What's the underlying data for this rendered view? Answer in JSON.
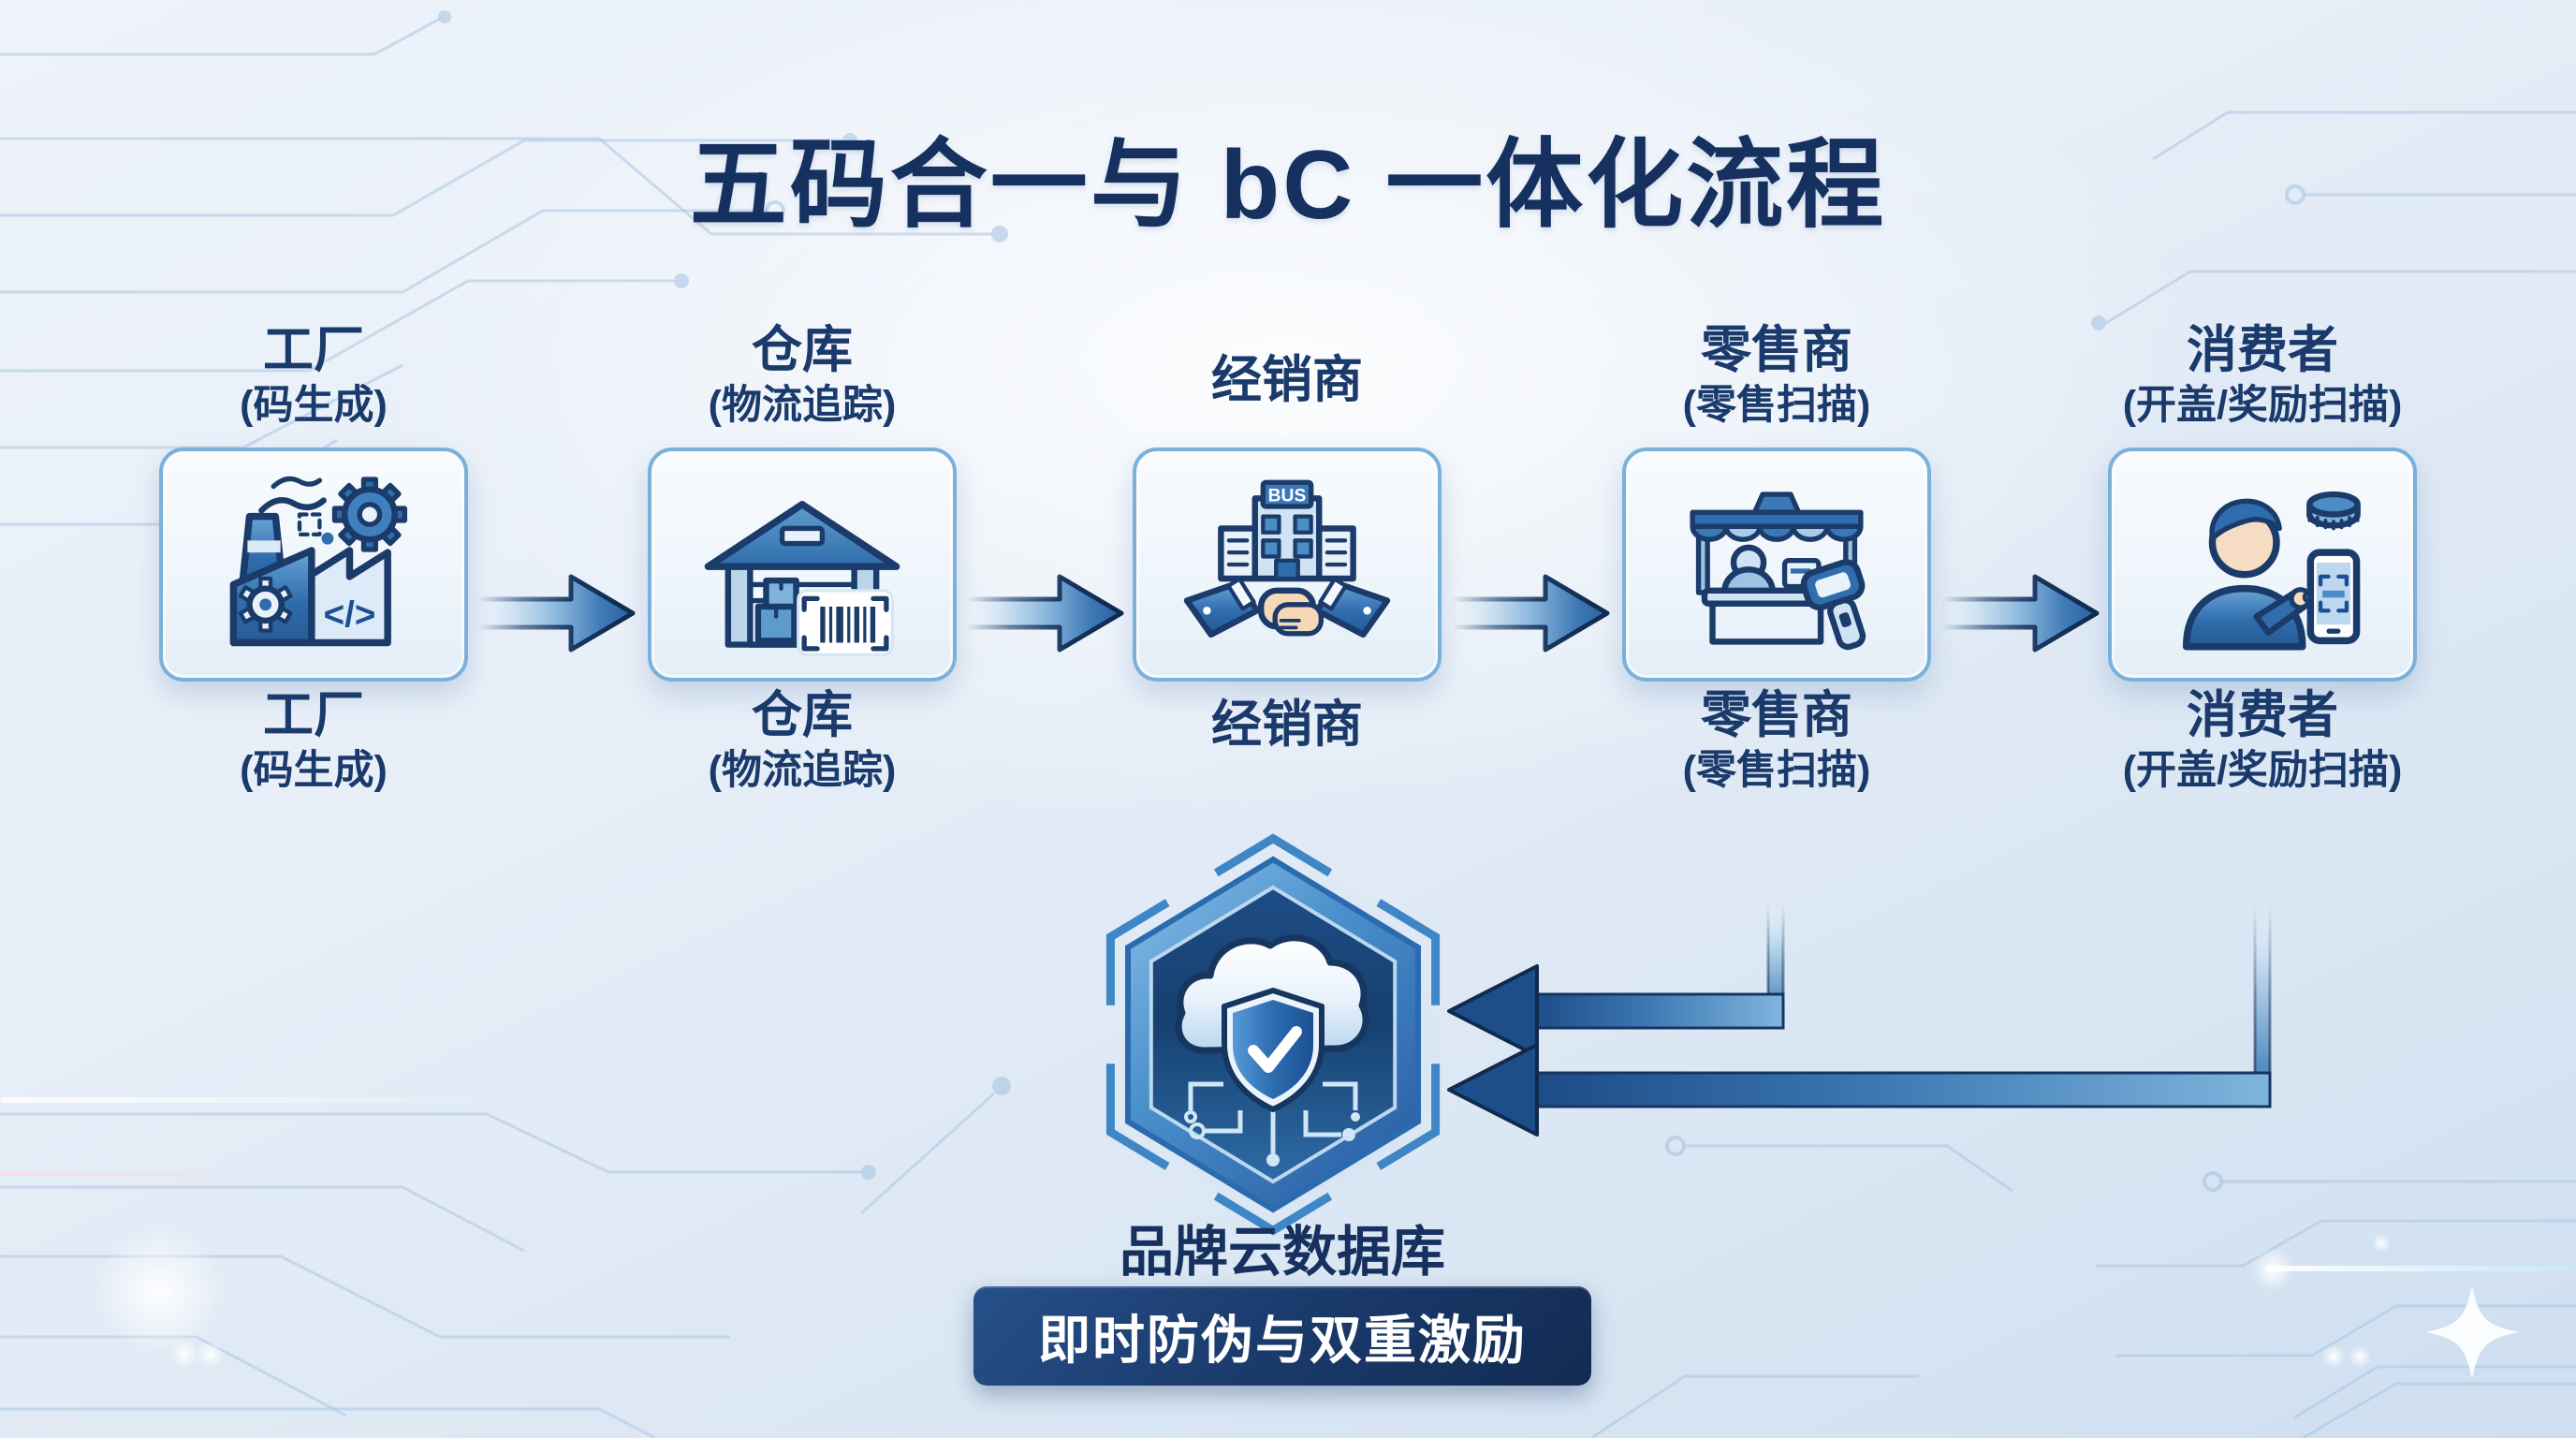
{
  "title": "五码合一与 bC 一体化流程",
  "nodes": [
    {
      "id": "factory",
      "label": "工厂",
      "sublabel": "(码生成)",
      "icon": "factory-icon"
    },
    {
      "id": "warehouse",
      "label": "仓库",
      "sublabel": "(物流追踪)",
      "icon": "warehouse-icon"
    },
    {
      "id": "distributor",
      "label": "经销商",
      "sublabel": "",
      "icon": "handshake-building-icon",
      "icon_text": "BUS"
    },
    {
      "id": "retailer",
      "label": "零售商",
      "sublabel": "(零售扫描)",
      "icon": "storefront-scanner-icon"
    },
    {
      "id": "consumer",
      "label": "消费者",
      "sublabel": "(开盖/奖励扫描)",
      "icon": "consumer-phone-scan-icon"
    }
  ],
  "hub": {
    "label": "品牌云数据库",
    "badge": "即时防伪与双重激励",
    "icon": "cloud-shield-check-icon"
  },
  "colors": {
    "title_navy": "#16315f",
    "label_navy": "#1a3a6b",
    "icon_outline_navy": "#1b3b6a",
    "primary_blue": "#2f6dad",
    "light_blue": "#cfe3f4",
    "card_border": "#7ab1da",
    "arrow_dark": "#1d4e8a",
    "badge_background": "#1b3c6e",
    "badge_text": "#ffffff",
    "background_tint": "#dde8f4"
  }
}
